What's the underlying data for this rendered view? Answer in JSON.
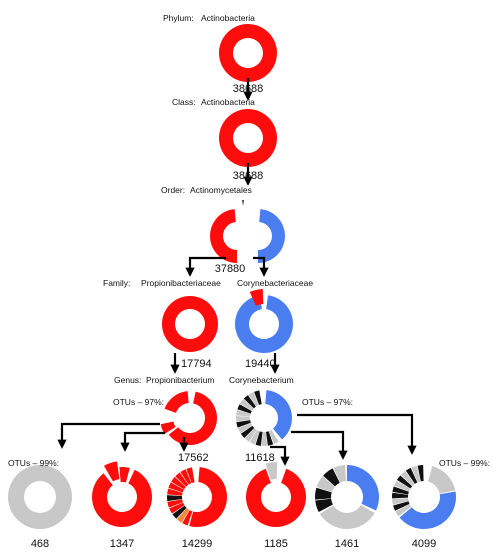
{
  "colors": {
    "red": "#ff0d0d",
    "blue": "#4a7ef0",
    "grey": "#c8c8c8",
    "black": "#111111",
    "orange": "#f08a3a"
  },
  "levels": {
    "phylum": {
      "label": "Phylum:",
      "name": "Actinobacteria",
      "count": "38688"
    },
    "class": {
      "label": "Class:",
      "name": "Actinobacteria",
      "count": "38688"
    },
    "order": {
      "label": "Order:",
      "name": "Actinomycetales",
      "count": "37880"
    },
    "family": {
      "label": "Family:",
      "left_name": "Propionibacteriaceae",
      "left_count": "17794",
      "right_name": "Corynebacteriaceae",
      "right_count": "19440"
    },
    "genus": {
      "label": "Genus:",
      "left_name": "Propionibacterium",
      "left_count": "17562",
      "right_name": "Corynebacterium",
      "right_count": "11618"
    }
  },
  "otu_labels": {
    "otu97_left": "OTUs – 97%:",
    "otu97_right": "OTUs – 97%:",
    "otu99_left": "OTUs – 99%:",
    "otu99_right": "OTUs – 99%:"
  },
  "otu_counts": [
    "468",
    "1347",
    "14299",
    "1185",
    "1461",
    "4099"
  ]
}
